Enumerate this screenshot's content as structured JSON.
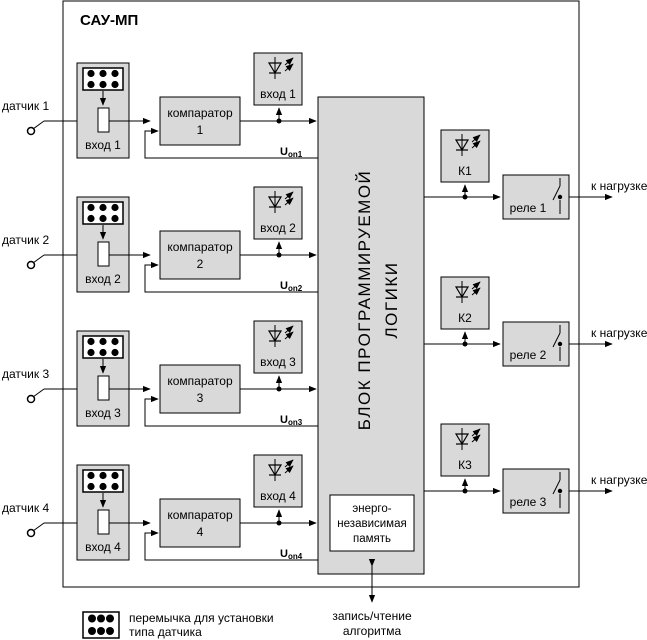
{
  "system_title": "САУ-МП",
  "logic_block": {
    "line1": "БЛОК ПРОГРАММИРУЕМОЙ",
    "line2": "ЛОГИКИ"
  },
  "memory": {
    "line1": "энерго-",
    "line2": "независимая",
    "line3": "память"
  },
  "channels": [
    {
      "sensor": "датчик 1",
      "input": "вход 1",
      "comparator": "компаратор",
      "num": "1",
      "led": "вход 1",
      "u": "U",
      "u_sub": "on1"
    },
    {
      "sensor": "датчик 2",
      "input": "вход 2",
      "comparator": "компаратор",
      "num": "2",
      "led": "вход 2",
      "u": "U",
      "u_sub": "on2"
    },
    {
      "sensor": "датчик 3",
      "input": "вход 3",
      "comparator": "компаратор",
      "num": "3",
      "led": "вход 3",
      "u": "U",
      "u_sub": "on3"
    },
    {
      "sensor": "датчик 4",
      "input": "вход 4",
      "comparator": "компаратор",
      "num": "4",
      "led": "вход 4",
      "u": "U",
      "u_sub": "on4"
    }
  ],
  "outputs": [
    {
      "led": "К1",
      "relay": "реле 1",
      "load": "к нагрузке"
    },
    {
      "led": "К2",
      "relay": "реле 2",
      "load": "к нагрузке"
    },
    {
      "led": "К3",
      "relay": "реле 3",
      "load": "к нагрузке"
    }
  ],
  "io_label": {
    "line1": "запись/чтение",
    "line2": "алгоритма"
  },
  "legend": {
    "line1": "перемычка для установки",
    "line2": "типа датчика"
  }
}
